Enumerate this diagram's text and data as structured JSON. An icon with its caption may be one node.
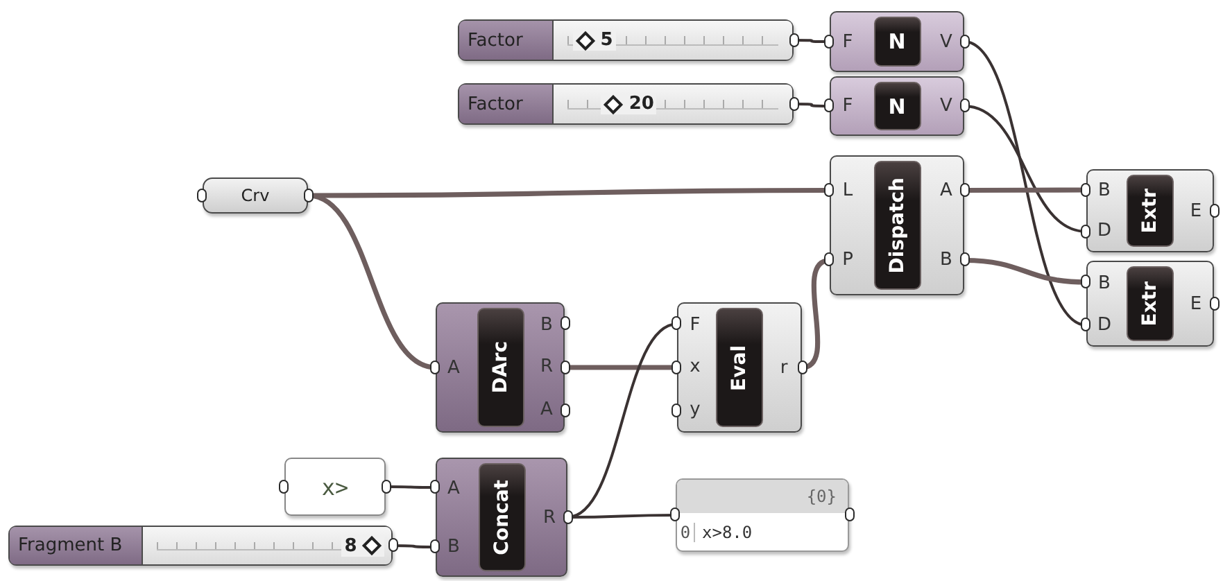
{
  "diagram": {
    "nodes": [
      {
        "text": [
          "Factor",
          "5"
        ]
      },
      {
        "text": [
          "F",
          "N",
          "V"
        ]
      },
      {
        "text": [
          "Factor",
          "20"
        ]
      },
      {
        "text": [
          "F",
          "N",
          "V"
        ]
      },
      {
        "text": [
          "Crv"
        ]
      },
      {
        "text": [
          "L",
          "P",
          "Dispatch",
          "A",
          "B"
        ]
      },
      {
        "text": [
          "B",
          "D",
          "Extr",
          "E"
        ]
      },
      {
        "text": [
          "B",
          "D",
          "Extr",
          "E"
        ]
      },
      {
        "text": [
          "A",
          "DArc",
          "B",
          "R",
          "A"
        ]
      },
      {
        "text": [
          "F",
          "x",
          "y",
          "Eval",
          "r"
        ]
      },
      {
        "text": [
          "x>"
        ]
      },
      {
        "text": [
          "A",
          "B",
          "Concat",
          "R"
        ]
      },
      {
        "text": [
          "Fragment B",
          "8"
        ]
      },
      {
        "text": [
          "{0}",
          "0",
          "x>8.0"
        ]
      }
    ],
    "edges": [
      {
        "from": 0,
        "to": 1,
        "arrow": "none"
      },
      {
        "from": 2,
        "to": 3,
        "arrow": "none"
      },
      {
        "from": 4,
        "to": 5,
        "arrow": "none",
        "style": "thick"
      },
      {
        "from": 4,
        "to": 8,
        "arrow": "none",
        "style": "thick"
      },
      {
        "from": 1,
        "to": 7,
        "arrow": "none"
      },
      {
        "from": 3,
        "to": 6,
        "arrow": "none"
      },
      {
        "from": 5,
        "to": 6,
        "arrow": "none",
        "style": "thick"
      },
      {
        "from": 5,
        "to": 7,
        "arrow": "none",
        "style": "thick"
      },
      {
        "from": 8,
        "to": 9,
        "arrow": "none",
        "style": "thick"
      },
      {
        "from": 9,
        "to": 5,
        "arrow": "none",
        "style": "thick"
      },
      {
        "from": 11,
        "to": 9,
        "arrow": "none"
      },
      {
        "from": 10,
        "to": 11,
        "arrow": "none"
      },
      {
        "from": 12,
        "to": 11,
        "arrow": "none"
      },
      {
        "from": 11,
        "to": 13,
        "arrow": "none"
      }
    ]
  }
}
